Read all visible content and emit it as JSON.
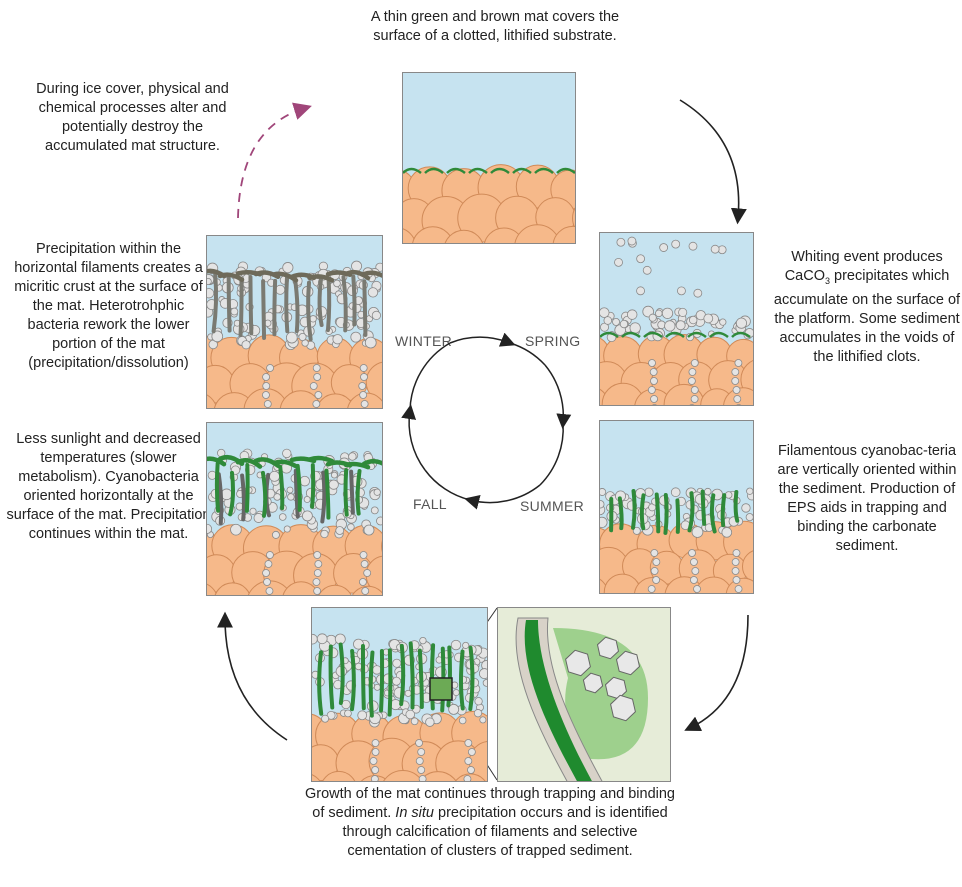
{
  "captions": {
    "top": "A thin green and brown mat covers the surface of a clotted, lithified substrate.",
    "ice": "During ice cover, physical and chemical processes alter and potentially destroy the accumulated mat structure.",
    "winter": "Precipitation within the horizontal filaments creates a micritic crust at the surface of the mat. Heterotrohphic bacteria rework the lower portion of the mat (precipitation/dissolution)",
    "spring_pre": "Whiting event produces",
    "spring_post": "which accumulate on the surface of the platform. Some sediment accumulates in the voids of the lithified clots.",
    "caco3": "CaCO",
    "caco3_sub": "3",
    "caco3_tail": " precipitates",
    "fall": "Less sunlight and decreased temperatures (slower metabolism). Cyanobacteria oriented horizontally at the surface of the mat. Precipitation continues within the mat.",
    "summer": "Filamentous cyanobac-teria are vertically oriented within the sediment. Production of EPS aids in trapping and binding the carbonate sediment.",
    "bottom_1": "Growth of the mat continues through trapping and binding of sediment.",
    "bottom_italic": "In situ",
    "bottom_2": "precipitation occurs and is identified through calcification of filaments and selective cementation of clusters of trapped sediment."
  },
  "seasons": {
    "winter": "WINTER",
    "spring": "SPRING",
    "summer": "SUMMER",
    "fall": "FALL"
  },
  "colors": {
    "water": "#c6e3f0",
    "clot": "#f6b98a",
    "clot_stroke": "#d08a58",
    "mat_green": "#2f8a3a",
    "mat_brown": "#6e6a5a",
    "sediment": "#e4e4e4",
    "ice_arrow": "#a0467a"
  }
}
